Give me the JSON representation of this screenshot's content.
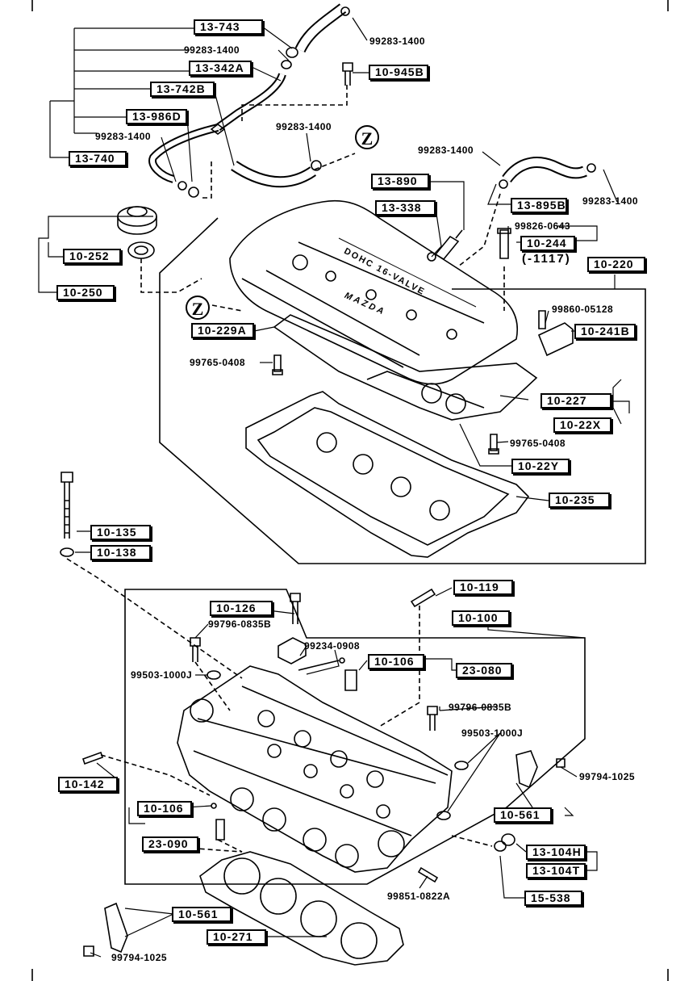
{
  "labels": [
    {
      "id": "l1",
      "text": "13-743"
    },
    {
      "id": "l2",
      "text": "13-342A"
    },
    {
      "id": "l3",
      "text": "13-742B"
    },
    {
      "id": "l4",
      "text": "13-986D"
    },
    {
      "id": "l5",
      "text": "13-740"
    },
    {
      "id": "l6",
      "text": "10-945B"
    },
    {
      "id": "l7",
      "text": "13-890"
    },
    {
      "id": "l8",
      "text": "13-338"
    },
    {
      "id": "l9",
      "text": "13-895B"
    },
    {
      "id": "l10",
      "text": "10-244"
    },
    {
      "id": "l11",
      "text": "10-220"
    },
    {
      "id": "l12",
      "text": "10-252"
    },
    {
      "id": "l13",
      "text": "10-250"
    },
    {
      "id": "l14",
      "text": "10-229A"
    },
    {
      "id": "l15",
      "text": "10-241B"
    },
    {
      "id": "l16",
      "text": "10-227"
    },
    {
      "id": "l17",
      "text": "10-22X"
    },
    {
      "id": "l18",
      "text": "10-22Y"
    },
    {
      "id": "l19",
      "text": "10-235"
    },
    {
      "id": "l20",
      "text": "10-135"
    },
    {
      "id": "l21",
      "text": "10-138"
    },
    {
      "id": "l22",
      "text": "10-119"
    },
    {
      "id": "l23",
      "text": "10-126"
    },
    {
      "id": "l24",
      "text": "10-100"
    },
    {
      "id": "l25",
      "text": "10-106"
    },
    {
      "id": "l26",
      "text": "23-080"
    },
    {
      "id": "l27",
      "text": "10-142"
    },
    {
      "id": "l28",
      "text": "10-106"
    },
    {
      "id": "l29",
      "text": "23-090"
    },
    {
      "id": "l30",
      "text": "10-561"
    },
    {
      "id": "l31",
      "text": "13-104H"
    },
    {
      "id": "l32",
      "text": "13-104T"
    },
    {
      "id": "l33",
      "text": "15-538"
    },
    {
      "id": "l34",
      "text": "10-561"
    },
    {
      "id": "l35",
      "text": "10-271"
    }
  ],
  "part_numbers": [
    {
      "id": "p1",
      "text": "99283-1400"
    },
    {
      "id": "p2",
      "text": "99283-1400"
    },
    {
      "id": "p3",
      "text": "99283-1400"
    },
    {
      "id": "p4",
      "text": "99283-1400"
    },
    {
      "id": "p5",
      "text": "99283-1400"
    },
    {
      "id": "p6",
      "text": "99283-1400"
    },
    {
      "id": "p7",
      "text": "99826-0643"
    },
    {
      "id": "p8",
      "text": "99860-05128"
    },
    {
      "id": "p9",
      "text": "99765-0408"
    },
    {
      "id": "p10",
      "text": "99765-0408"
    },
    {
      "id": "p11",
      "text": "99796-0835B"
    },
    {
      "id": "p12",
      "text": "99234-0908"
    },
    {
      "id": "p13",
      "text": "99503-1000J"
    },
    {
      "id": "p14",
      "text": "99796-0835B"
    },
    {
      "id": "p15",
      "text": "99503-1000J"
    },
    {
      "id": "p16",
      "text": "99794-1025"
    },
    {
      "id": "p17",
      "text": "99851-0822A"
    },
    {
      "id": "p18",
      "text": "99794-1025"
    }
  ],
  "notes": {
    "range": "(-1117)"
  },
  "markers": {
    "z": "Z"
  },
  "cover_text": {
    "dohc": "DOHC 16-VALVE",
    "brand": "MAZDA"
  }
}
